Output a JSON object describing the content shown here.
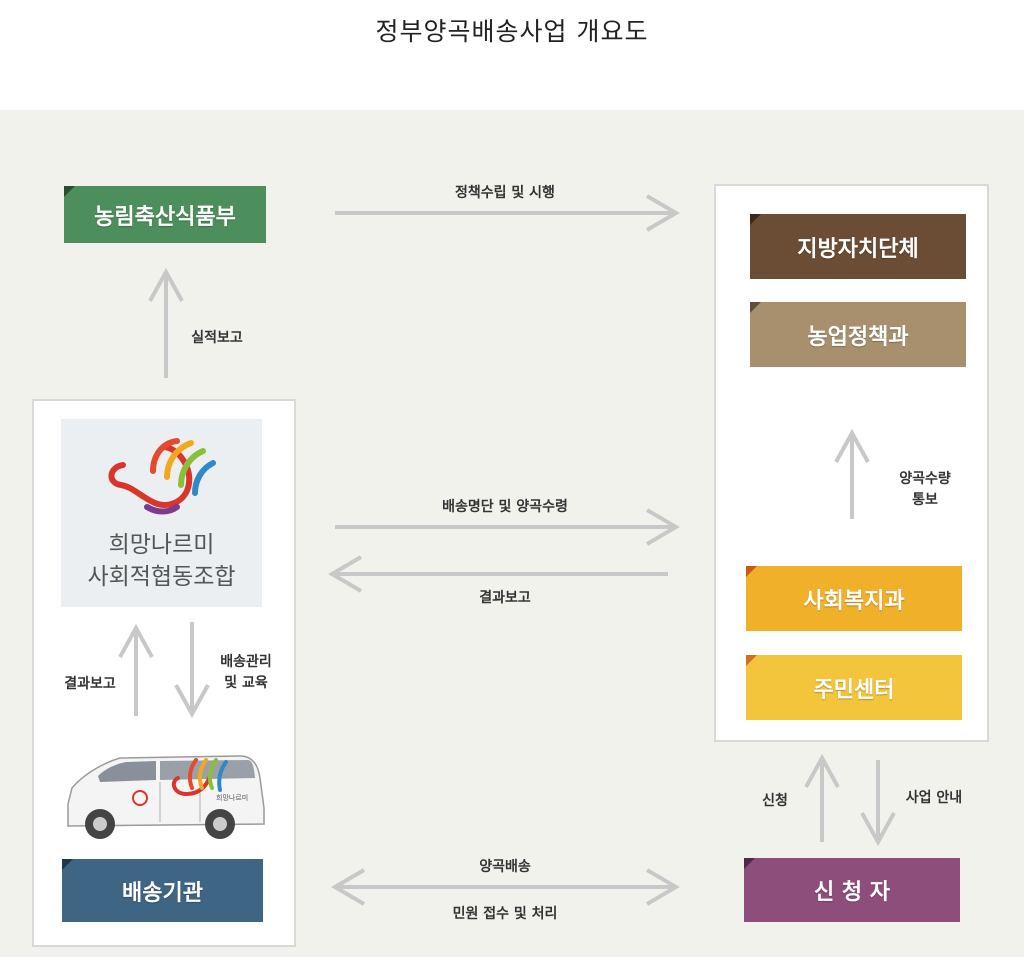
{
  "title": "정부양곡배송사업 개요도",
  "nodes": {
    "ministry": "농림축산식품부",
    "local_gov": "지방자치단체",
    "agri_policy": "농업정책과",
    "welfare": "사회복지과",
    "community": "주민센터",
    "delivery": "배송기관",
    "applicant": "신 청 자",
    "coop_line1": "희망나르미",
    "coop_line2": "사회적협동조합"
  },
  "edges": {
    "policy": "정책수립 및 시행",
    "performance": "실적보고",
    "delivery_list": "배송명단 및 양곡수령",
    "result_center": "결과보고",
    "result_left": "결과보고",
    "manage_line1": "배송관리",
    "manage_line2": "및 교육",
    "grain_line1": "양곡수량",
    "grain_line2": "통보",
    "apply": "신청",
    "guide": "사업 안내",
    "grain_delivery": "양곡배송",
    "complaint": "민원 접수 및 처리"
  },
  "van": {
    "logo_text": "희망나르미"
  },
  "colors": {
    "ministry": "#4d8f5c",
    "local_gov": "#6b4c34",
    "agri_policy": "#a8906e",
    "welfare": "#f0b02a",
    "community": "#f2c53d",
    "delivery": "#3f6584",
    "applicant": "#8e4e7c",
    "arrow": "#c8c8c8"
  }
}
